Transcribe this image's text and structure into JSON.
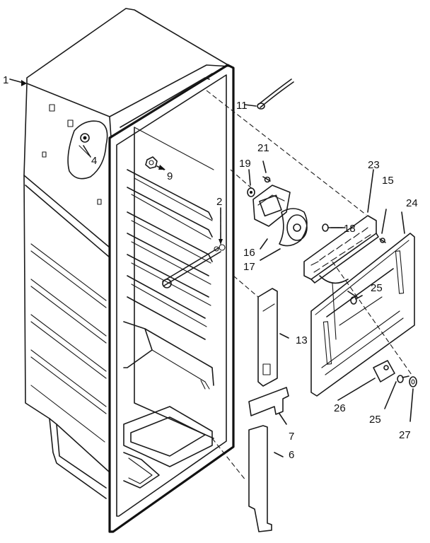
{
  "callouts": {
    "c1": "1",
    "c2": "2",
    "c4": "4",
    "c6": "6",
    "c7": "7",
    "c9": "9",
    "c11": "11",
    "c13": "13",
    "c15": "15",
    "c16": "16",
    "c17": "17",
    "c18": "18",
    "c19": "19",
    "c21": "21",
    "c23": "23",
    "c24": "24",
    "c25a": "25",
    "c25b": "25",
    "c26": "26",
    "c27": "27"
  }
}
